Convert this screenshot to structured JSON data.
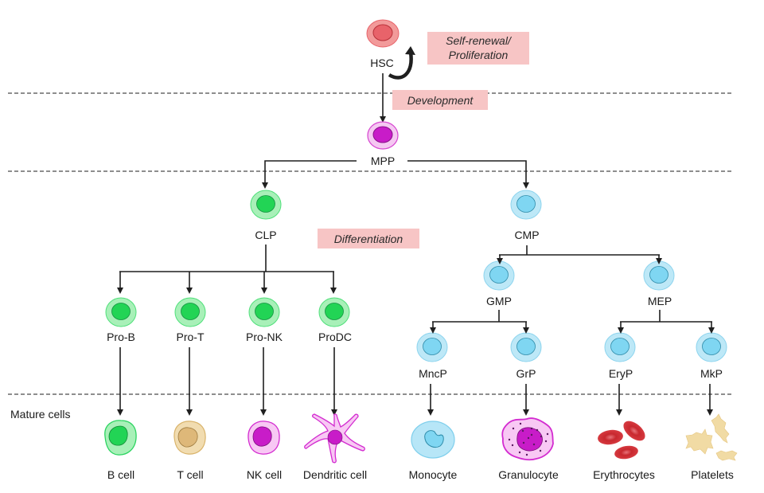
{
  "title": "Hematopoiesis lineage diagram",
  "stage_labels": {
    "self_renewal_line1": "Self-renewal/",
    "self_renewal_line2": "Proliferation",
    "development": "Development",
    "differentiation": "Differentiation",
    "mature_cells": "Mature cells"
  },
  "colors": {
    "stage_box": "#f7c5c5",
    "hsc": "#e8636a",
    "mpp": "#c81cc8",
    "lymphoid": "#22d455",
    "myeloid": "#7fd6f2",
    "tcell": "#e8c98a",
    "erythrocyte": "#d6343c",
    "platelet": "#f1dba4"
  },
  "progenitors": {
    "hsc": "HSC",
    "mpp": "MPP",
    "clp": "CLP",
    "cmp": "CMP",
    "gmp": "GMP",
    "mep": "MEP",
    "pro_b": "Pro-B",
    "pro_t": "Pro-T",
    "pro_nk": "Pro-NK",
    "prodc": "ProDC",
    "mncp": "MncP",
    "grp": "GrP",
    "eryp": "EryP",
    "mkp": "MkP"
  },
  "mature": {
    "b_cell": "B cell",
    "t_cell": "T cell",
    "nk_cell": "NK cell",
    "dendritic_cell": "Dendritic cell",
    "monocyte": "Monocyte",
    "granulocyte": "Granulocyte",
    "erythrocytes": "Erythrocytes",
    "platelets": "Platelets"
  }
}
